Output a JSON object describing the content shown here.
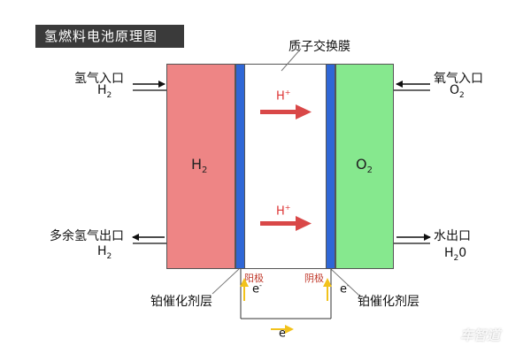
{
  "title": "氢燃料电池原理图",
  "membrane_label": "质子交换膜",
  "anode_chamber": {
    "symbol": "H",
    "sub": "2"
  },
  "cathode_chamber": {
    "symbol": "O",
    "sub": "2"
  },
  "hydrogen_inlet": {
    "label": "氢气入口",
    "formula": "H",
    "sub": "2"
  },
  "oxygen_inlet": {
    "label": "氧气入口",
    "formula": "O",
    "sub": "2"
  },
  "hydrogen_outlet": {
    "label": "多余氢气出口",
    "formula": "H",
    "sub": "2"
  },
  "water_outlet": {
    "label": "水出口",
    "formula": "H",
    "formula_rest": "0",
    "sub": "2"
  },
  "proton": {
    "symbol": "H",
    "sup": "+"
  },
  "anode_tag": "阳极",
  "cathode_tag": "阴极",
  "catalyst_left": "铂催化剂层",
  "catalyst_right": "铂催化剂层",
  "electron": {
    "symbol": "e",
    "sup": "-"
  },
  "watermark": "车智道",
  "colors": {
    "anode": "#ee8585",
    "cathode": "#86e88e",
    "catalyst": "#2f67d6",
    "proton_arrow": "#d94848",
    "electron_arrow": "#f2c21b",
    "title_bg": "#3a3a3a"
  }
}
